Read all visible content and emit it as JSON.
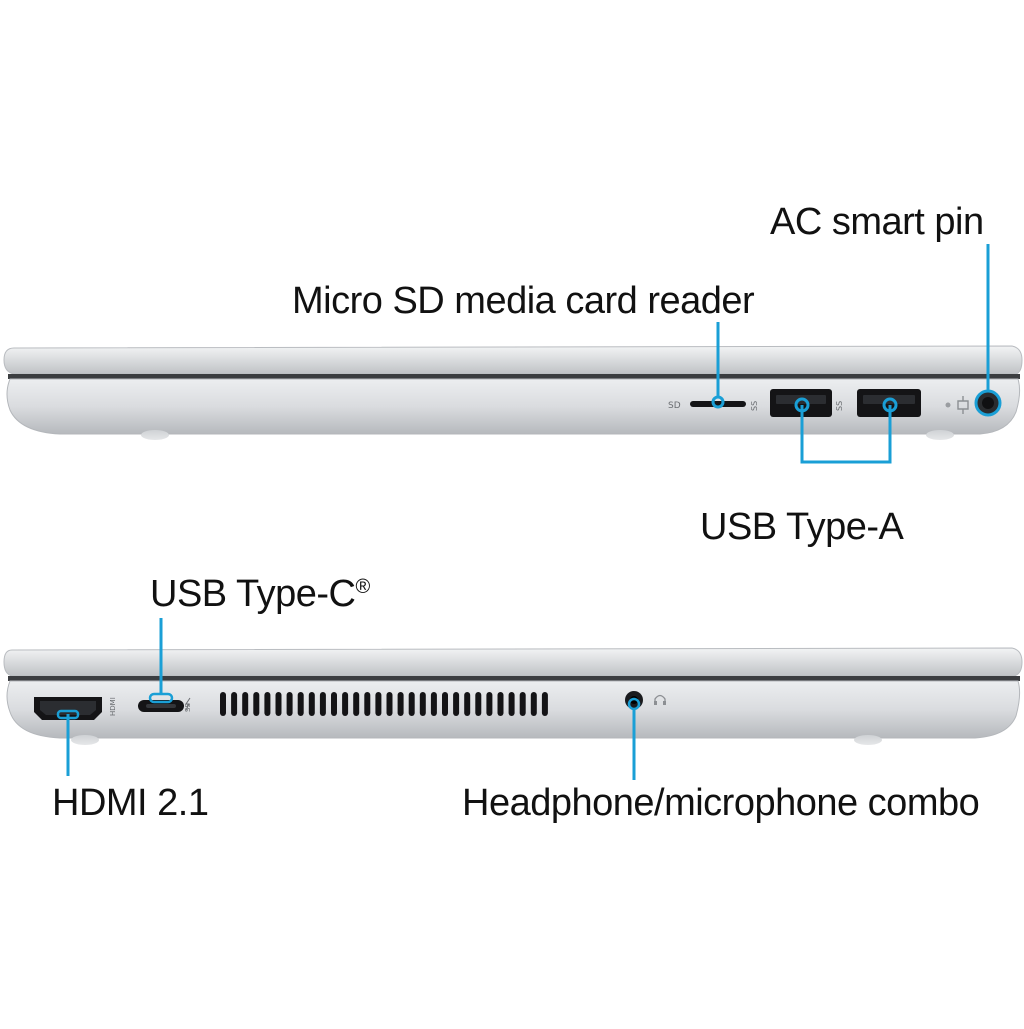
{
  "callouts": {
    "ac_smart_pin": "AC smart pin",
    "micro_sd": "Micro SD media card reader",
    "usb_type_a": "USB Type-A",
    "usb_type_c": "USB Type-C",
    "usb_type_c_mark": "®",
    "hdmi": "HDMI 2.1",
    "headphone": "Headphone/microphone combo"
  },
  "port_markings": {
    "sd": "SD",
    "ss_left": "SS",
    "ss_right": "SS",
    "ss_c": "SS",
    "hdmi_mark": "HDMI"
  },
  "colors": {
    "accent": "#1a9fd6",
    "chassis_light": "#e8e9eb",
    "chassis_mid": "#cfd1d4",
    "chassis_dark": "#a9acb0",
    "port_black": "#141416",
    "text": "#111111"
  },
  "icons": [
    "usb-ss-icon",
    "power-plug-icon",
    "headphone-icon",
    "thunderbolt-icon"
  ]
}
